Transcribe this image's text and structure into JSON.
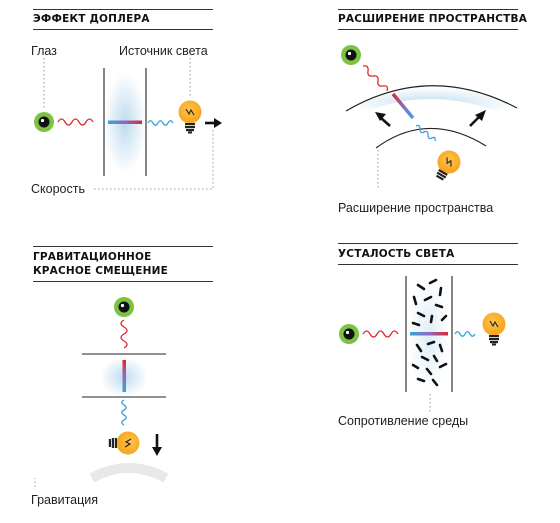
{
  "panels": {
    "doppler": {
      "title": "ЭФФЕКТ ДОПЛЕРА",
      "eye_label": "Глаз",
      "source_label": "Источник света",
      "velocity_label": "Скорость"
    },
    "expansion": {
      "title": "РАСШИРЕНИЕ ПРОСТРАНСТВА",
      "caption": "Расширение пространства"
    },
    "gravity": {
      "title_line1": "ГРАВИТАЦИОННОЕ",
      "title_line2": "КРАСНОЕ СМЕЩЕНИЕ",
      "caption": "Гравитация"
    },
    "tired_light": {
      "title": "УСТАЛОСТЬ СВЕТА",
      "caption": "Сопротивление среды"
    }
  },
  "colors": {
    "eye_green": "#7dc242",
    "bulb_orange": "#f5a31a",
    "red_wave": "#e0262c",
    "blue_wave": "#3aa3d8",
    "ink": "#1a1a1a"
  },
  "icons": [
    "eye-icon",
    "light-bulb-icon",
    "arrow-icon",
    "wave-icon"
  ]
}
